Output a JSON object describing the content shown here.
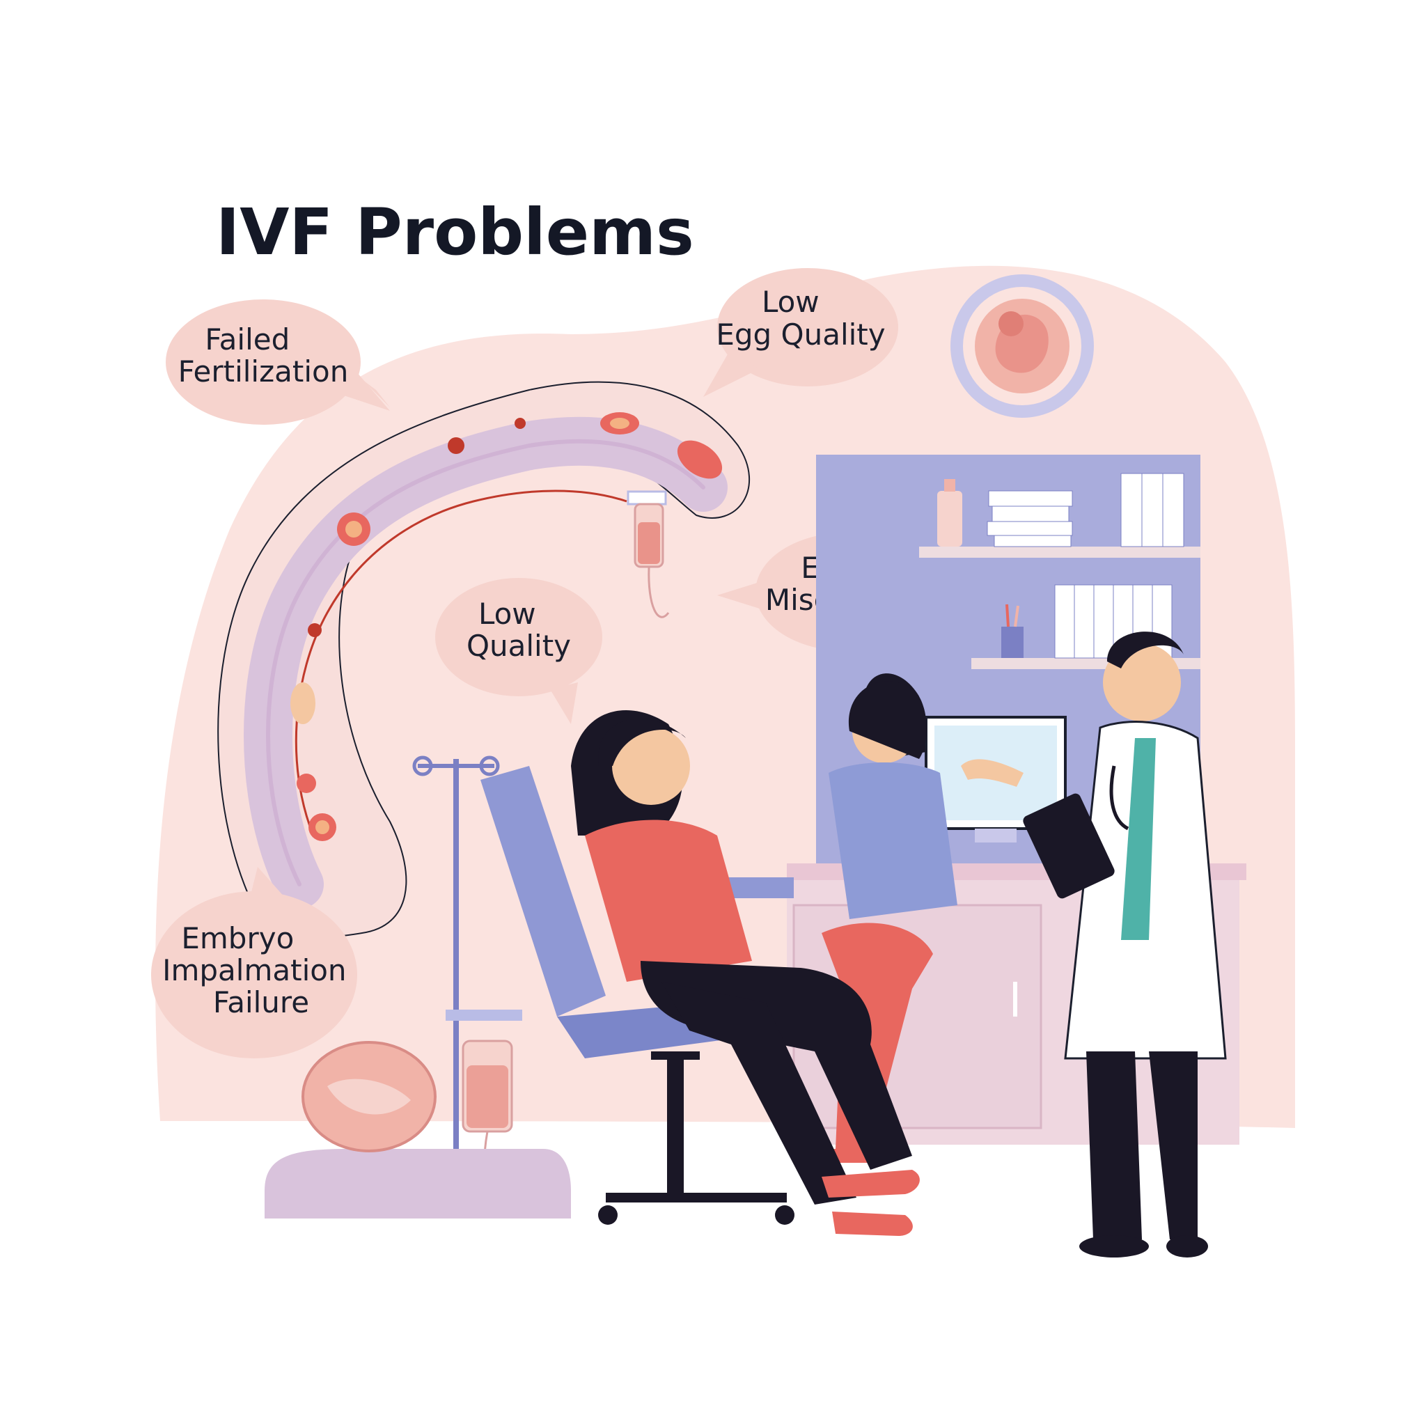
{
  "title": "IVF Problems",
  "bubbles": {
    "failed_fertilization": [
      "Failed",
      "Fertilization"
    ],
    "low_egg_quality": [
      "Low",
      "Egg Quality"
    ],
    "early_miscarriage": [
      "Early",
      "Miscarriage"
    ],
    "low_quality": [
      "Low",
      "Quality"
    ],
    "embryo_failure": [
      "Embryo",
      "Impalmation",
      "Failure"
    ]
  },
  "colors": {
    "background_blob": "#fbe3df",
    "bubble_fill": "#f6d3cd",
    "tube_outer": "#f8dedb",
    "tube_inner": "#d9c3dc",
    "clinic_panel": "#a9acdc",
    "chair": "#8f98d4",
    "patient_shirt": "#e8675f",
    "pants": "#1a1726",
    "nurse_scrubs": "#8e9bd6",
    "doctor_coat": "#ffffff",
    "doctor_shirt": "#4fb2a8",
    "title_text": "#141826"
  },
  "icons": [
    "fallopian-tube-diagram",
    "fetus-in-womb-icon",
    "iv-bag-icon",
    "iv-stand-icon",
    "placenta-model-icon",
    "stethoscope-icon",
    "tablet-icon",
    "binders-icon",
    "books-icon",
    "monitor-icon"
  ]
}
